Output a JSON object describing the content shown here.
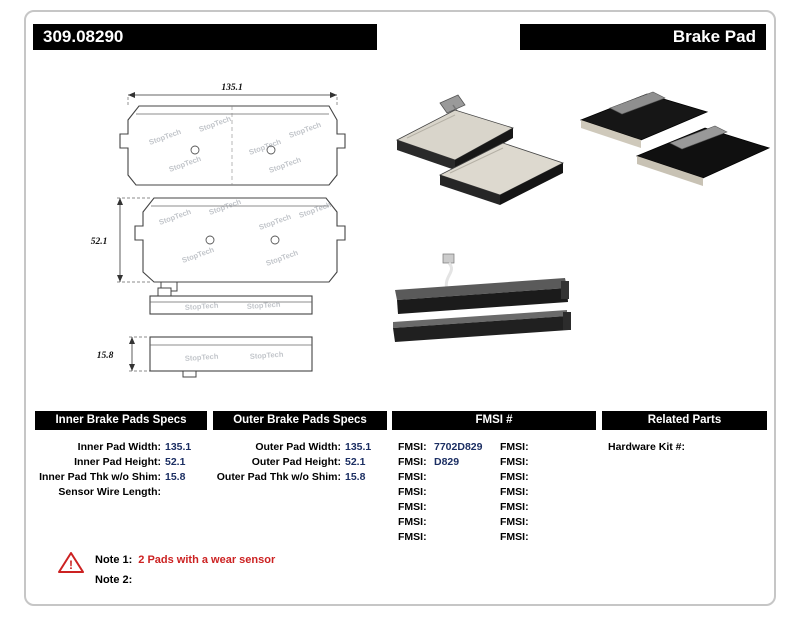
{
  "header": {
    "part_number": "309.08290",
    "product_type": "Brake Pad"
  },
  "diagram": {
    "watermark": "StopTech",
    "width_dim": "135.1",
    "height_dim": "52.1",
    "thickness_dim": "15.8"
  },
  "specs": {
    "inner": {
      "title": "Inner Brake Pads Specs",
      "rows": [
        {
          "label": "Inner Pad Width:",
          "value": "135.1"
        },
        {
          "label": "Inner Pad Height:",
          "value": "52.1"
        },
        {
          "label": "Inner Pad Thk w/o Shim:",
          "value": "15.8"
        },
        {
          "label": "Sensor Wire Length:",
          "value": ""
        }
      ]
    },
    "outer": {
      "title": "Outer Brake Pads Specs",
      "rows": [
        {
          "label": "Outer Pad Width:",
          "value": "135.1"
        },
        {
          "label": "Outer Pad Height:",
          "value": "52.1"
        },
        {
          "label": "Outer Pad Thk w/o Shim:",
          "value": "15.8"
        }
      ]
    },
    "fmsi": {
      "title": "FMSI #",
      "left": [
        {
          "label": "FMSI:",
          "value": "7702D829"
        },
        {
          "label": "FMSI:",
          "value": "D829"
        },
        {
          "label": "FMSI:",
          "value": ""
        },
        {
          "label": "FMSI:",
          "value": ""
        },
        {
          "label": "FMSI:",
          "value": ""
        },
        {
          "label": "FMSI:",
          "value": ""
        },
        {
          "label": "FMSI:",
          "value": ""
        }
      ],
      "right": [
        {
          "label": "FMSI:",
          "value": ""
        },
        {
          "label": "FMSI:",
          "value": ""
        },
        {
          "label": "FMSI:",
          "value": ""
        },
        {
          "label": "FMSI:",
          "value": ""
        },
        {
          "label": "FMSI:",
          "value": ""
        },
        {
          "label": "FMSI:",
          "value": ""
        },
        {
          "label": "FMSI:",
          "value": ""
        }
      ]
    },
    "related": {
      "title": "Related Parts",
      "rows": [
        {
          "label": "Hardware Kit #:",
          "value": ""
        }
      ]
    }
  },
  "notes": {
    "warning_symbol": "!",
    "note1_label": "Note 1:",
    "note1_text": "2 Pads with a wear sensor",
    "note2_label": "Note 2:",
    "note2_text": ""
  },
  "colors": {
    "header_bg": "#000000",
    "value_text": "#1c2f63",
    "note_red": "#cc2222"
  }
}
